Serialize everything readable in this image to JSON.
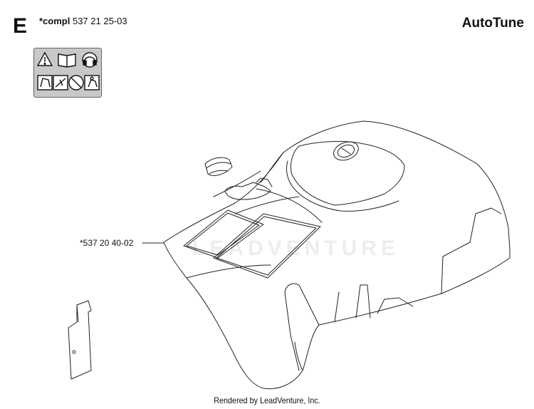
{
  "header": {
    "section_letter": "E",
    "compl_prefix": "*compl",
    "compl_number": "537 21 25-03",
    "brand_title": "AutoTune"
  },
  "callouts": [
    {
      "part_number": "*537 20 40-02"
    }
  ],
  "watermark": "LEADVENTURE",
  "footer": {
    "rendered_by": "Rendered by LeadVenture, Inc."
  },
  "warning_panel": {
    "icons": [
      "warning-triangle-icon",
      "manual-book-icon",
      "ear-protection-icon",
      "glove-icon",
      "kickback-icon",
      "no-one-handed-icon",
      "protective-gear-icon"
    ]
  }
}
